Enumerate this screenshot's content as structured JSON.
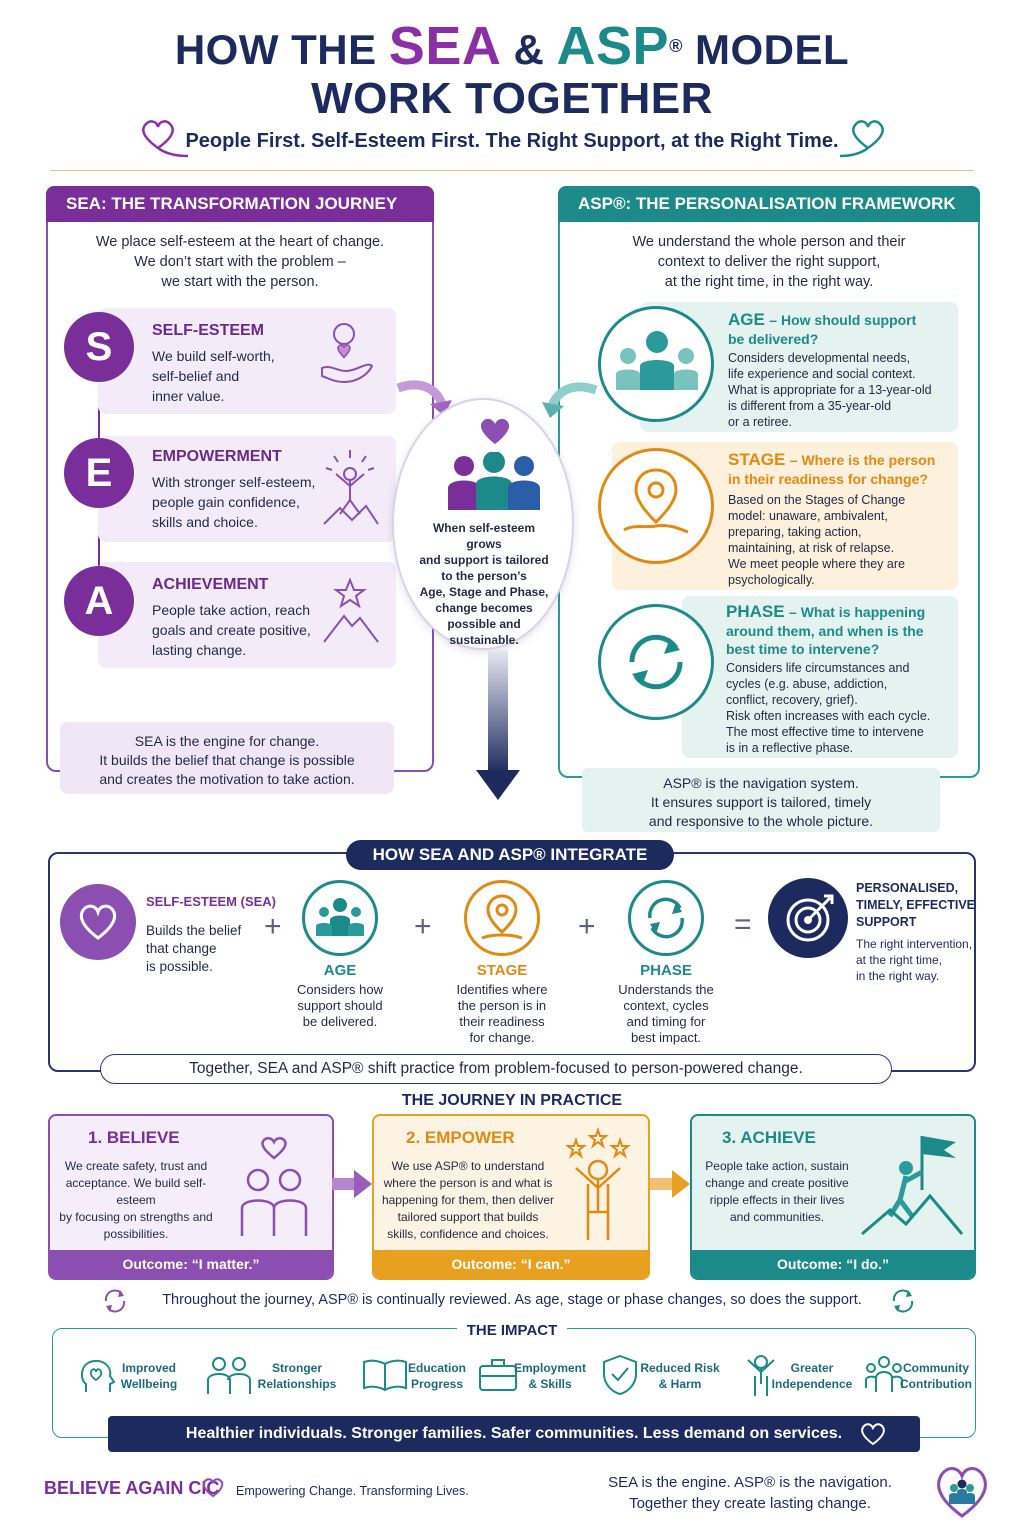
{
  "header": {
    "title_prefix": "HOW THE",
    "title_sea": "SEA",
    "title_amp": "&",
    "title_asp": "ASP",
    "title_reg": "®",
    "title_suffix": "MODEL",
    "title_line2": "WORK TOGETHER",
    "tagline": "People First. Self-Esteem First. The Right Support, at the Right Time."
  },
  "sea": {
    "heading": "SEA: THE TRANSFORMATION JOURNEY",
    "intro": [
      "We place self-esteem at the heart of change.",
      "We don’t start with the problem –",
      "we start with the person."
    ],
    "rows": [
      {
        "letter": "S",
        "title": "SELF-ESTEEM",
        "body": [
          "We build self-worth,",
          "self-belief and",
          "inner value."
        ]
      },
      {
        "letter": "E",
        "title": "EMPOWERMENT",
        "body": [
          "With stronger self-esteem,",
          "people gain confidence,",
          "skills and choice."
        ]
      },
      {
        "letter": "A",
        "title": "ACHIEVEMENT",
        "body": [
          "People take action, reach",
          "goals and create positive,",
          "lasting change."
        ]
      }
    ],
    "footer": [
      "SEA is the engine for change.",
      "It builds the belief that change is possible",
      "and creates the motivation to take action."
    ]
  },
  "asp": {
    "heading": "ASP®: THE PERSONALISATION FRAMEWORK",
    "intro": [
      "We understand the whole person and their",
      "context to deliver the right support,",
      "at the right time, in the right way."
    ],
    "rows": [
      {
        "title": "AGE",
        "question": [
          "– How should support",
          "be delivered?"
        ],
        "body": [
          "Considers developmental needs,",
          "life experience and social context.",
          "What is appropriate for a 13-year-old",
          "is different from a 35-year-old",
          "or a retiree."
        ]
      },
      {
        "title": "STAGE",
        "question": [
          "– Where is the person",
          "in their readiness for change?"
        ],
        "body": [
          "Based on the Stages of Change",
          "model: unaware, ambivalent,",
          "preparing, taking action,",
          "maintaining, at risk of relapse.",
          "We meet people where they are",
          "psychologically."
        ]
      },
      {
        "title": "PHASE",
        "question": [
          "– What is happening",
          "around them, and when is the",
          "best time to intervene?"
        ],
        "body": [
          "Considers life circumstances and",
          "cycles (e.g. abuse, addiction,",
          "conflict, recovery, grief).",
          "Risk often increases with each cycle.",
          "The most effective time to intervene",
          "is in a reflective phase."
        ]
      }
    ],
    "footer": [
      "ASP® is the navigation system.",
      "It ensures support is tailored, timely",
      "and responsive to the whole picture."
    ]
  },
  "center": {
    "text": [
      "When self-esteem grows",
      "and support is tailored",
      "to the person’s",
      "Age, Stage and Phase,",
      "change becomes",
      "possible and",
      "sustainable."
    ]
  },
  "integrate": {
    "heading": "HOW SEA AND ASP® INTEGRATE",
    "sea_title": "SELF-ESTEEM (SEA)",
    "sea_body": [
      "Builds the belief",
      "that change",
      "is possible."
    ],
    "items": [
      {
        "label": "AGE",
        "desc": [
          "Considers how",
          "support should",
          "be delivered."
        ]
      },
      {
        "label": "STAGE",
        "desc": [
          "Identifies where",
          "the person is in",
          "their readiness",
          "for change."
        ]
      },
      {
        "label": "PHASE",
        "desc": [
          "Understands the",
          "context, cycles",
          "and timing for",
          "best impact."
        ]
      }
    ],
    "plus": "+",
    "equals": "=",
    "result_title": [
      "PERSONALISED,",
      "TIMELY, EFFECTIVE",
      "SUPPORT"
    ],
    "result_body": [
      "The right intervention,",
      "at the right time,",
      "in the right way."
    ],
    "footer": "Together, SEA and ASP® shift practice from problem-focused to person-powered change."
  },
  "journey": {
    "heading": "THE JOURNEY IN PRACTICE",
    "steps": [
      {
        "title": "1. BELIEVE",
        "body": [
          "We create safety, trust and",
          "acceptance. We build self-esteem",
          "by focusing on strengths and",
          "possibilities."
        ],
        "outcome": "Outcome: “I matter.”"
      },
      {
        "title": "2. EMPOWER",
        "body": [
          "We use ASP® to understand",
          "where the person is and what is",
          "happening for them, then deliver",
          "tailored support that builds",
          "skills, confidence and choices."
        ],
        "outcome": "Outcome: “I can.”"
      },
      {
        "title": "3. ACHIEVE",
        "body": [
          "People take action, sustain",
          "change and create positive",
          "ripple effects in their lives",
          "and communities."
        ],
        "outcome": "Outcome: “I do.”"
      }
    ],
    "note": "Throughout the journey, ASP® is continually reviewed. As age, stage or phase changes, so does the support."
  },
  "impact": {
    "heading": "THE IMPACT",
    "items": [
      {
        "label": [
          "Improved",
          "Wellbeing"
        ],
        "icon": "head-heart-icon"
      },
      {
        "label": [
          "Stronger",
          "Relationships"
        ],
        "icon": "people-pair-icon"
      },
      {
        "label": [
          "Education",
          "Progress"
        ],
        "icon": "book-icon"
      },
      {
        "label": [
          "Employment",
          "& Skills"
        ],
        "icon": "briefcase-icon"
      },
      {
        "label": [
          "Reduced Risk",
          "& Harm"
        ],
        "icon": "shield-check-icon"
      },
      {
        "label": [
          "Greater",
          "Independence"
        ],
        "icon": "person-raised-arms-icon"
      },
      {
        "label": [
          "Community",
          "Contribution"
        ],
        "icon": "community-icon"
      }
    ],
    "bar": "Healthier individuals. Stronger families. Safer communities. Less demand on services."
  },
  "footer": {
    "brand": "BELIEVE AGAIN CIC",
    "brand_tagline": "Empowering Change. Transforming Lives.",
    "right_line1": "SEA is the engine.  ASP® is the navigation.",
    "right_line2": "Together they create lasting change."
  },
  "colors": {
    "navy": "#1d2a5e",
    "purple": "#7a2e9a",
    "teal": "#1d8a8a",
    "orange": "#e08a12"
  }
}
